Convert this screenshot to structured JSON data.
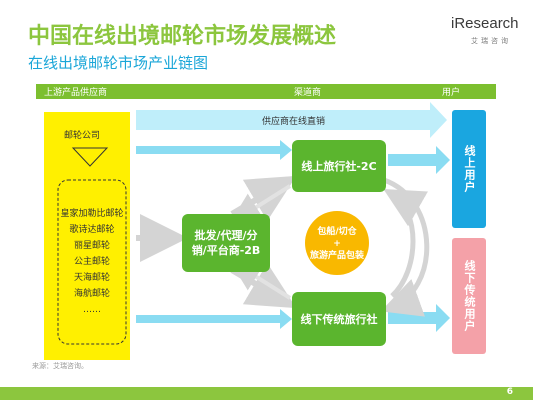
{
  "header": {
    "title": "中国在线出境邮轮市场发展概述",
    "subtitle": "在线出境邮轮市场产业链图",
    "logo_main": "iResearch",
    "logo_sub": "艾瑞咨询"
  },
  "bar": {
    "col1": "上游产品供应商",
    "col2": "渠道商",
    "col3": "用户"
  },
  "supplier": {
    "label": "邮轮公司",
    "items": [
      "皇家加勒比邮轮",
      "歌诗达邮轮",
      "丽星邮轮",
      "公主邮轮",
      "天海邮轮",
      "海航邮轮",
      "……"
    ]
  },
  "direct_sales_label": "供应商在线直销",
  "nodes": {
    "online_agency": "线上旅行社-2C",
    "wholesale": "批发/代理/分销/平台商-2B",
    "wholesale_line1": "批发/代理/分",
    "wholesale_line2": "销/平台商-2B",
    "offline_agency": "线下传统旅行社",
    "center_line1": "包船/切仓",
    "center_plus": "+",
    "center_line2": "旅游产品包装"
  },
  "users": {
    "online": "线上用户",
    "offline": "线下传统用户"
  },
  "source": "来源：艾瑞咨询。",
  "page_number": "6",
  "colors": {
    "title_green": "#8cc63e",
    "subtitle_blue": "#1aa6d8",
    "supplier_yellow": "#fff000",
    "node_green": "#5bb52e",
    "center_orange": "#f9b800",
    "user_blue": "#1aa6e0",
    "user_pink": "#f4a1a8",
    "arrow_cyan": "#7fd9ef"
  }
}
